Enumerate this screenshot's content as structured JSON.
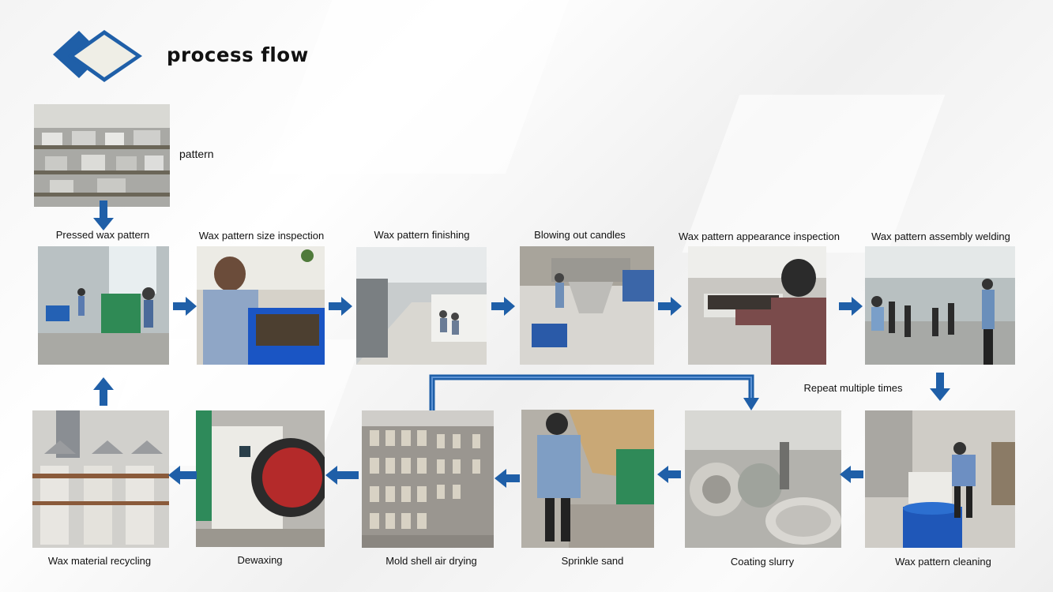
{
  "title": "process flow",
  "colors": {
    "arrow": "#1f5fa8",
    "logo_outer": "#1f5fa8",
    "logo_inner": "#efeee6"
  },
  "steps": [
    {
      "id": "pattern",
      "label": "pattern",
      "icon": "pattern-photo"
    },
    {
      "id": "pressed",
      "label": "Pressed wax pattern",
      "icon": "pressed-wax-photo"
    },
    {
      "id": "size",
      "label": "Wax pattern size inspection",
      "icon": "size-inspection-photo"
    },
    {
      "id": "finishing",
      "label": "Wax pattern finishing",
      "icon": "finishing-photo"
    },
    {
      "id": "blowing",
      "label": "Blowing out candles",
      "icon": "blowing-photo"
    },
    {
      "id": "appearance",
      "label": "Wax pattern appearance inspection",
      "icon": "appearance-photo"
    },
    {
      "id": "assembly",
      "label": "Wax pattern assembly welding",
      "icon": "assembly-photo"
    },
    {
      "id": "cleaning",
      "label": "Wax pattern cleaning",
      "icon": "cleaning-photo"
    },
    {
      "id": "coating",
      "label": "Coating slurry",
      "icon": "coating-photo"
    },
    {
      "id": "sand",
      "label": "Sprinkle sand",
      "icon": "sand-photo"
    },
    {
      "id": "drying",
      "label": "Mold shell air drying",
      "icon": "drying-photo"
    },
    {
      "id": "dewaxing",
      "label": "Dewaxing",
      "icon": "dewaxing-photo"
    },
    {
      "id": "recycling",
      "label": "Wax material recycling",
      "icon": "recycling-photo"
    }
  ],
  "repeat_label": "Repeat multiple times"
}
